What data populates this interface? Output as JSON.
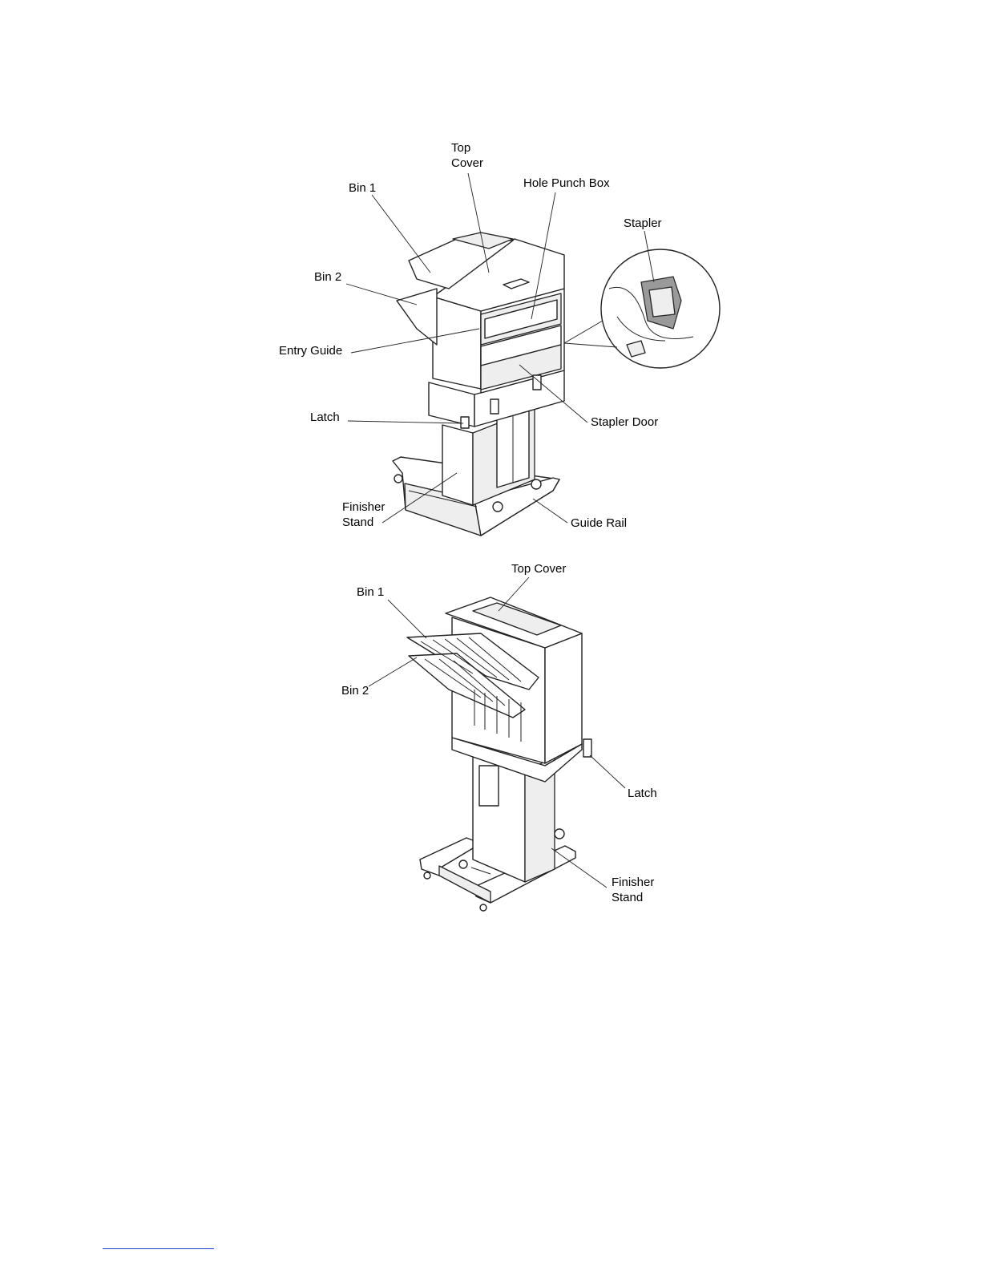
{
  "figure_top": {
    "labels": {
      "top_cover": [
        "Top",
        "Cover"
      ],
      "bin1": "Bin 1",
      "hole_punch_box": "Hole Punch Box",
      "stapler": "Stapler",
      "bin2": "Bin 2",
      "entry_guide": "Entry Guide",
      "latch": "Latch",
      "stapler_door": "Stapler Door",
      "finisher_stand": [
        "Finisher",
        "Stand"
      ],
      "guide_rail": "Guide Rail"
    }
  },
  "figure_bottom": {
    "labels": {
      "top_cover": "Top Cover",
      "bin1": "Bin 1",
      "bin2": "Bin 2",
      "latch": "Latch",
      "finisher_stand": [
        "Finisher",
        "Stand"
      ]
    }
  }
}
